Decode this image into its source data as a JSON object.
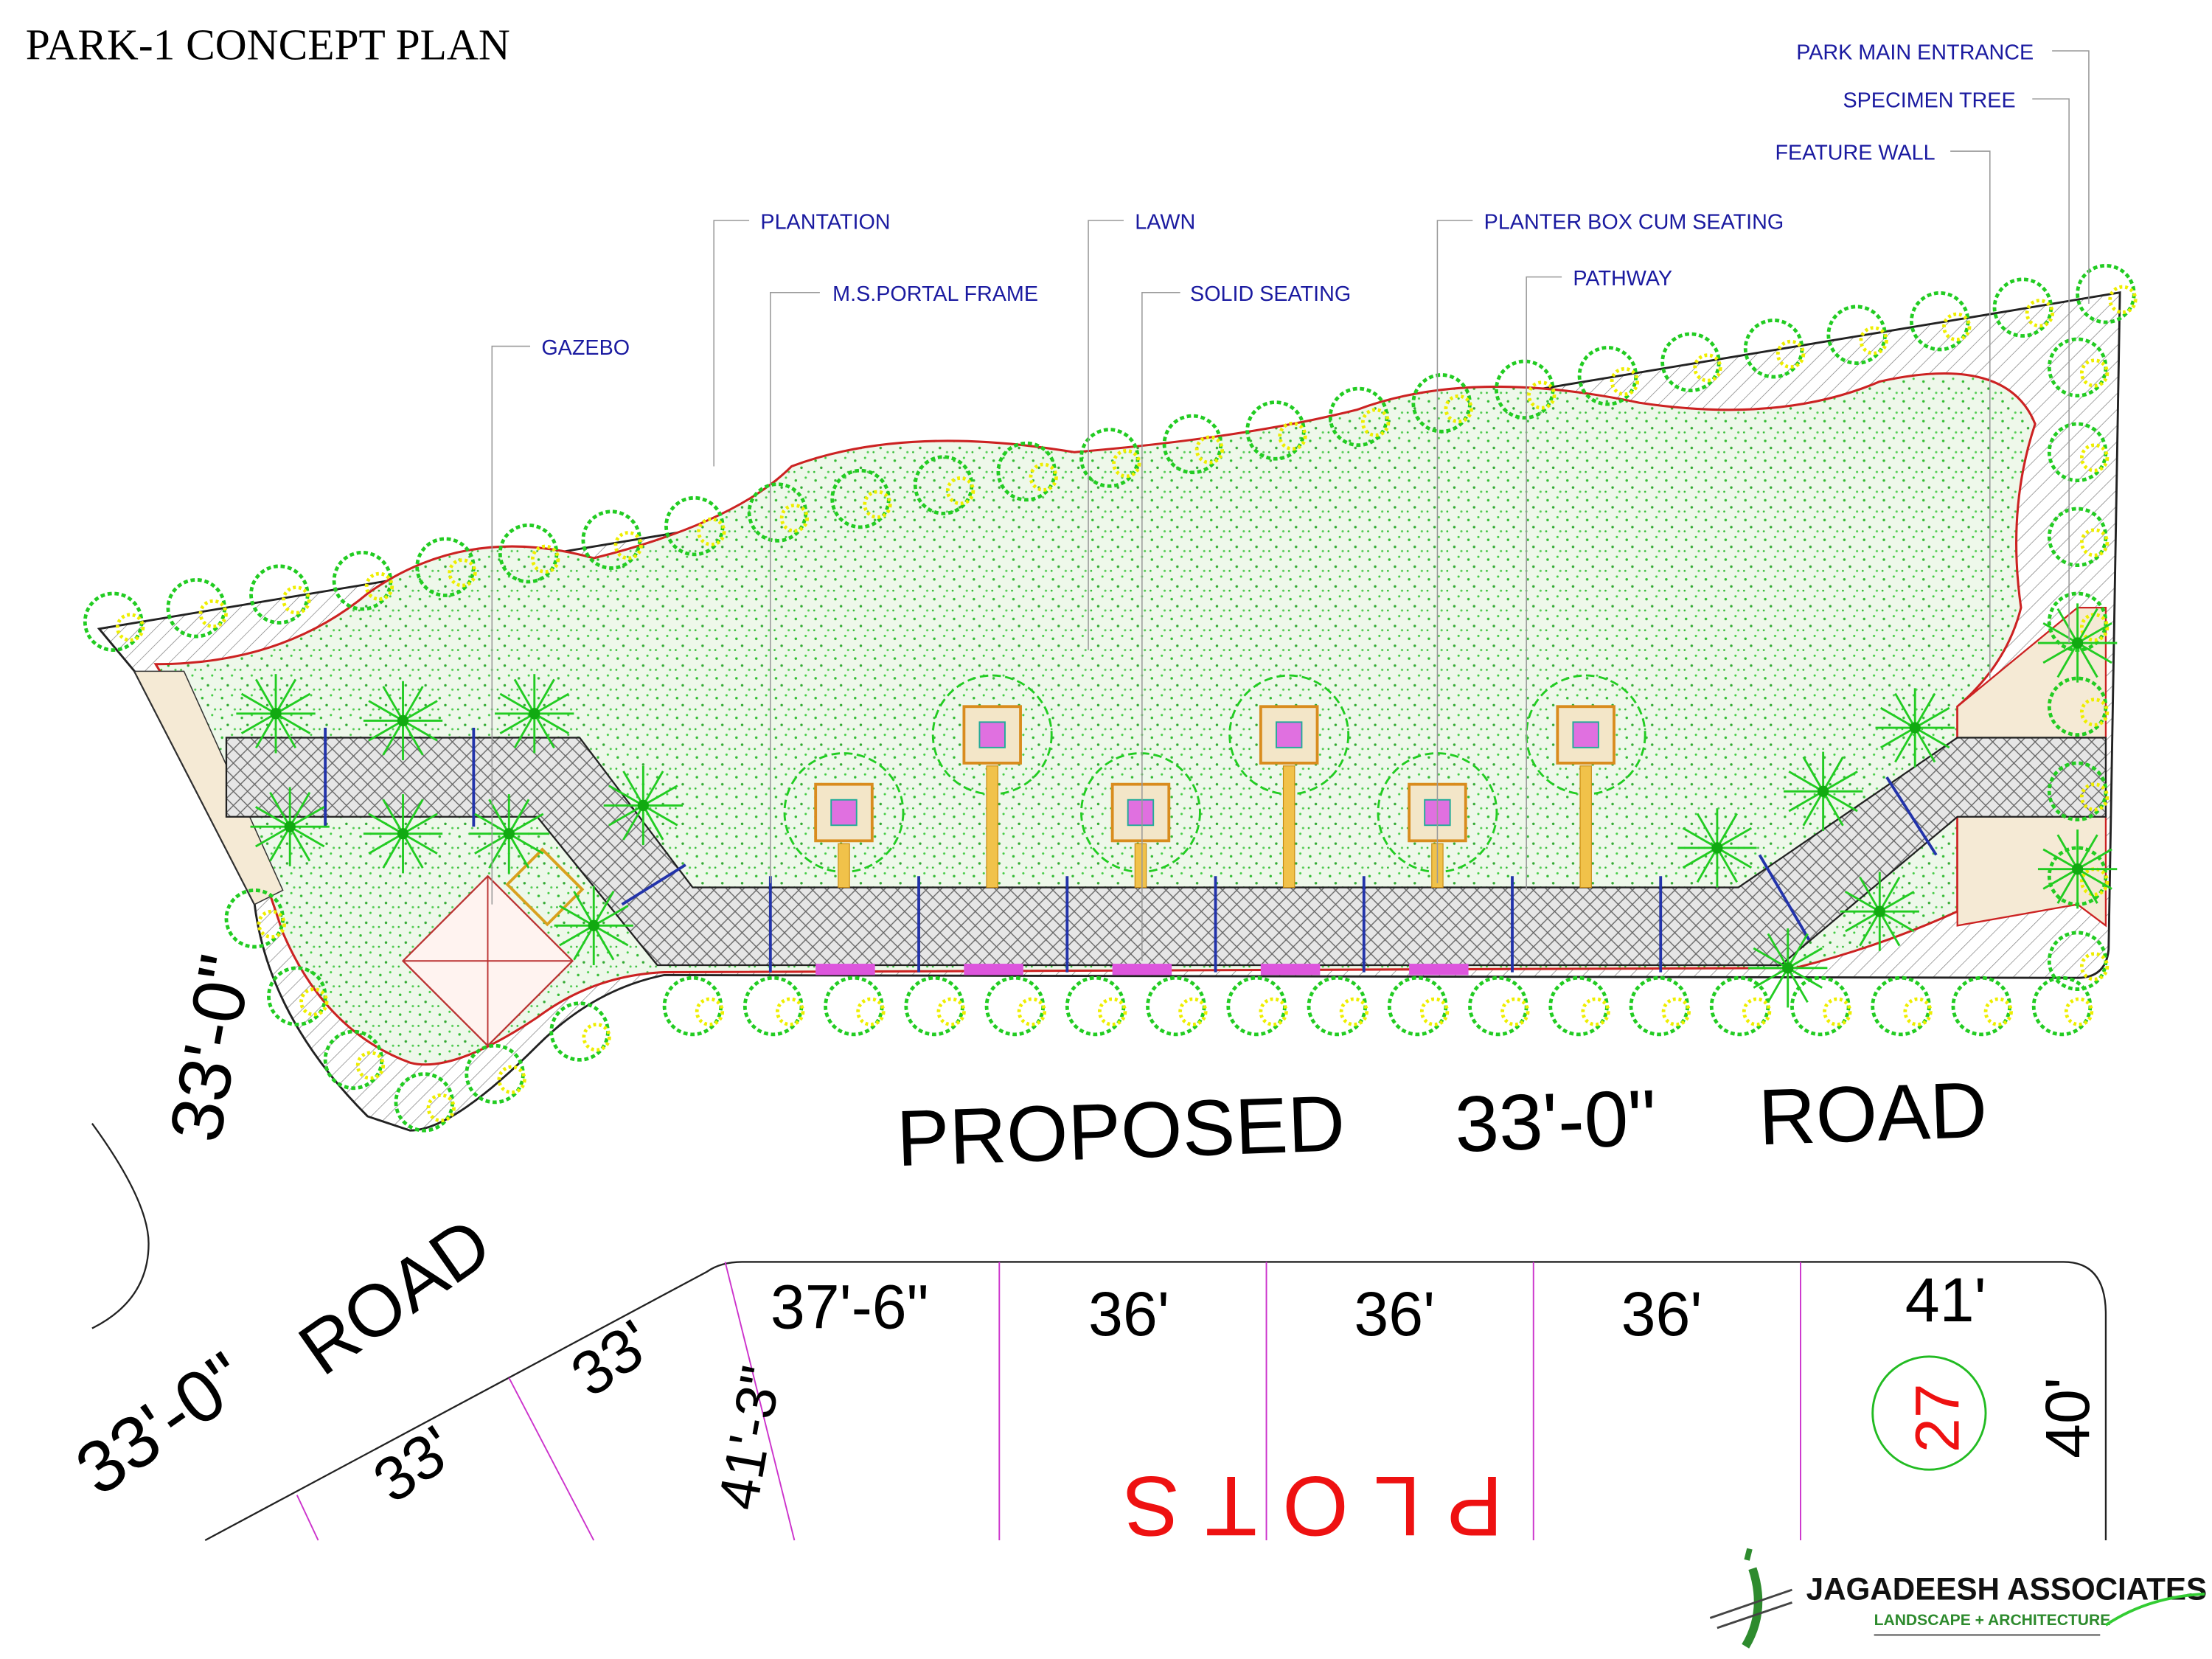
{
  "title": "PARK-1 CONCEPT PLAN",
  "labels": {
    "park_main_entrance": "PARK MAIN ENTRANCE",
    "specimen_tree": "SPECIMEN TREE",
    "feature_wall": "FEATURE WALL",
    "plantation": "PLANTATION",
    "lawn": "LAWN",
    "planter_box": "PLANTER BOX CUM SEATING",
    "ms_portal_frame": "M.S.PORTAL FRAME",
    "solid_seating": "SOLID SEATING",
    "pathway": "PATHWAY",
    "gazebo": "GAZEBO"
  },
  "roads": {
    "proposed": "PROPOSED",
    "width_main": "33'-0\"",
    "road": "ROAD",
    "left_width": "33'-0\"",
    "diag_width": "33'-0\"",
    "diag_road": "ROAD"
  },
  "plots": {
    "label": "PLOTS",
    "dims": [
      "37'-6\"",
      "36'",
      "36'",
      "36'",
      "41'"
    ],
    "side_dim": "40'",
    "plot_number": "27",
    "diag_dims": [
      "33'",
      "33'",
      "41'-3\""
    ]
  },
  "logo": {
    "name": "JAGADEESH ASSOCIATES",
    "tagline": "LANDSCAPE + ARCHITECTURE"
  },
  "colors": {
    "label": "#1a1aa0",
    "plots": "#ee1111",
    "plant": "#22cc22",
    "flower": "#eeee00",
    "edge": "#cc2222"
  }
}
